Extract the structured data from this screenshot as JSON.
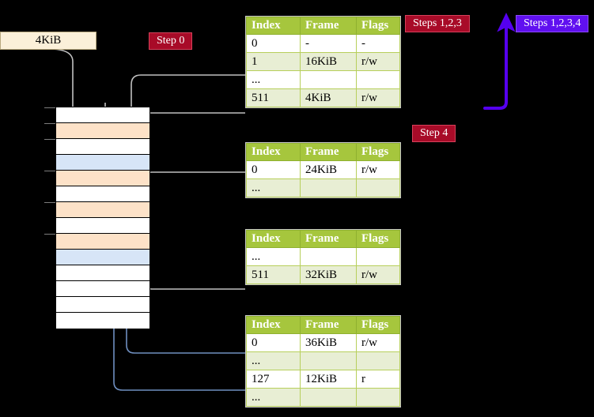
{
  "diagram": {
    "title_labels": {
      "step0": "Step 0",
      "steps123": "Steps 1,2,3",
      "steps1234": "Steps 1,2,3,4",
      "step4": "Step 4"
    },
    "frame_box": {
      "label": "4KiB"
    },
    "colors": {
      "header_green": "#a6c63d",
      "row_alt_green": "#e8eed4",
      "highlight_yellow": "#ffff9e",
      "pill_red": "#a80b28",
      "pill_violet": "#6010f0",
      "mem_orange": "#fde2c8",
      "mem_blue": "#d7e5f7",
      "frame_box_cream": "#fbf0d9",
      "wire_gray": "#c0c0c0",
      "wire_blue": "#6f8fc0",
      "arrow_violet": "#5500ee"
    },
    "columns": [
      "Index",
      "Frame",
      "Flags"
    ],
    "tables": [
      {
        "name": "level4-table",
        "rows": [
          {
            "index": "0",
            "frame": "-",
            "flags": "-",
            "style": "plain",
            "highlight": false
          },
          {
            "index": "1",
            "frame": "16KiB",
            "flags": "r/w",
            "style": "alt",
            "highlight": false
          },
          {
            "index": "...",
            "frame": "",
            "flags": "",
            "style": "plain",
            "highlight": false
          },
          {
            "index": "511",
            "frame": "4KiB",
            "flags": "r/w",
            "style": "alt",
            "highlight": true
          }
        ]
      },
      {
        "name": "level3-table",
        "rows": [
          {
            "index": "0",
            "frame": "24KiB",
            "flags": "r/w",
            "style": "plain",
            "highlight": false
          },
          {
            "index": "...",
            "frame": "",
            "flags": "",
            "style": "alt",
            "highlight": false
          }
        ]
      },
      {
        "name": "level2-table",
        "rows": [
          {
            "index": "...",
            "frame": "",
            "flags": "",
            "style": "plain",
            "highlight": false
          },
          {
            "index": "511",
            "frame": "32KiB",
            "flags": "r/w",
            "style": "alt",
            "highlight": false
          }
        ]
      },
      {
        "name": "level1-table",
        "rows": [
          {
            "index": "0",
            "frame": "36KiB",
            "flags": "r/w",
            "style": "plain",
            "highlight": false
          },
          {
            "index": "...",
            "frame": "",
            "flags": "",
            "style": "alt",
            "highlight": false
          },
          {
            "index": "127",
            "frame": "12KiB",
            "flags": "r",
            "style": "plain",
            "highlight": false
          },
          {
            "index": "...",
            "frame": "",
            "flags": "",
            "style": "alt",
            "highlight": false
          }
        ]
      }
    ],
    "memory_rows": [
      {
        "fill": "white"
      },
      {
        "fill": "orange"
      },
      {
        "fill": "white"
      },
      {
        "fill": "blue"
      },
      {
        "fill": "orange"
      },
      {
        "fill": "white"
      },
      {
        "fill": "orange"
      },
      {
        "fill": "white"
      },
      {
        "fill": "orange"
      },
      {
        "fill": "blue"
      },
      {
        "fill": "white"
      },
      {
        "fill": "white"
      },
      {
        "fill": "white"
      },
      {
        "fill": "white"
      }
    ]
  }
}
